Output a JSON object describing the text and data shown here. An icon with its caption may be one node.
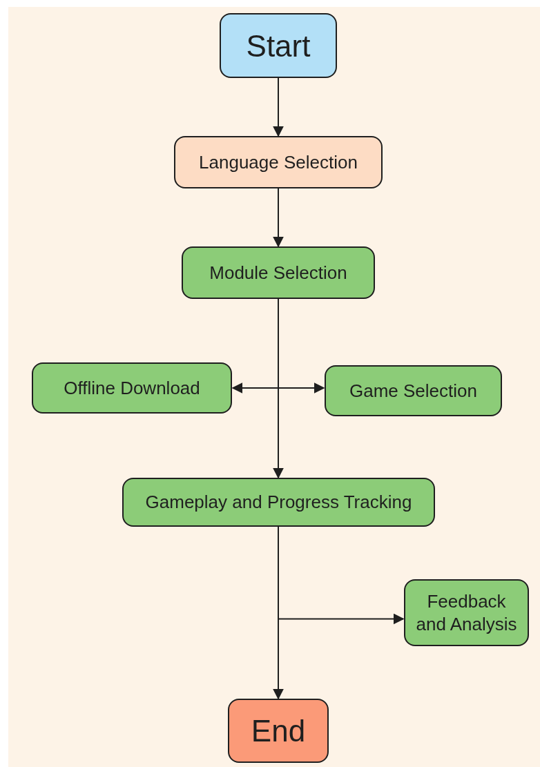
{
  "diagram": {
    "nodes": [
      {
        "text": [
          "Start"
        ]
      },
      {
        "text": [
          "Language Selection"
        ]
      },
      {
        "text": [
          "Module Selection"
        ]
      },
      {
        "text": [
          "Offline Download"
        ]
      },
      {
        "text": [
          "Game Selection"
        ]
      },
      {
        "text": [
          "Gameplay and Progress Tracking"
        ]
      },
      {
        "text": [
          "Feedback and Analysis"
        ]
      },
      {
        "text": [
          "End"
        ]
      }
    ],
    "edges": [
      {
        "from": 0,
        "to": 1,
        "arrow": "to"
      },
      {
        "from": 1,
        "to": 2,
        "arrow": "to"
      },
      {
        "from": 2,
        "to": 5,
        "arrow": "to"
      },
      {
        "from": 2,
        "to": 3,
        "arrow": "to"
      },
      {
        "from": 2,
        "to": 4,
        "arrow": "to"
      },
      {
        "from": 5,
        "to": 7,
        "arrow": "to"
      },
      {
        "from": 5,
        "to": 6,
        "arrow": "to"
      }
    ]
  }
}
